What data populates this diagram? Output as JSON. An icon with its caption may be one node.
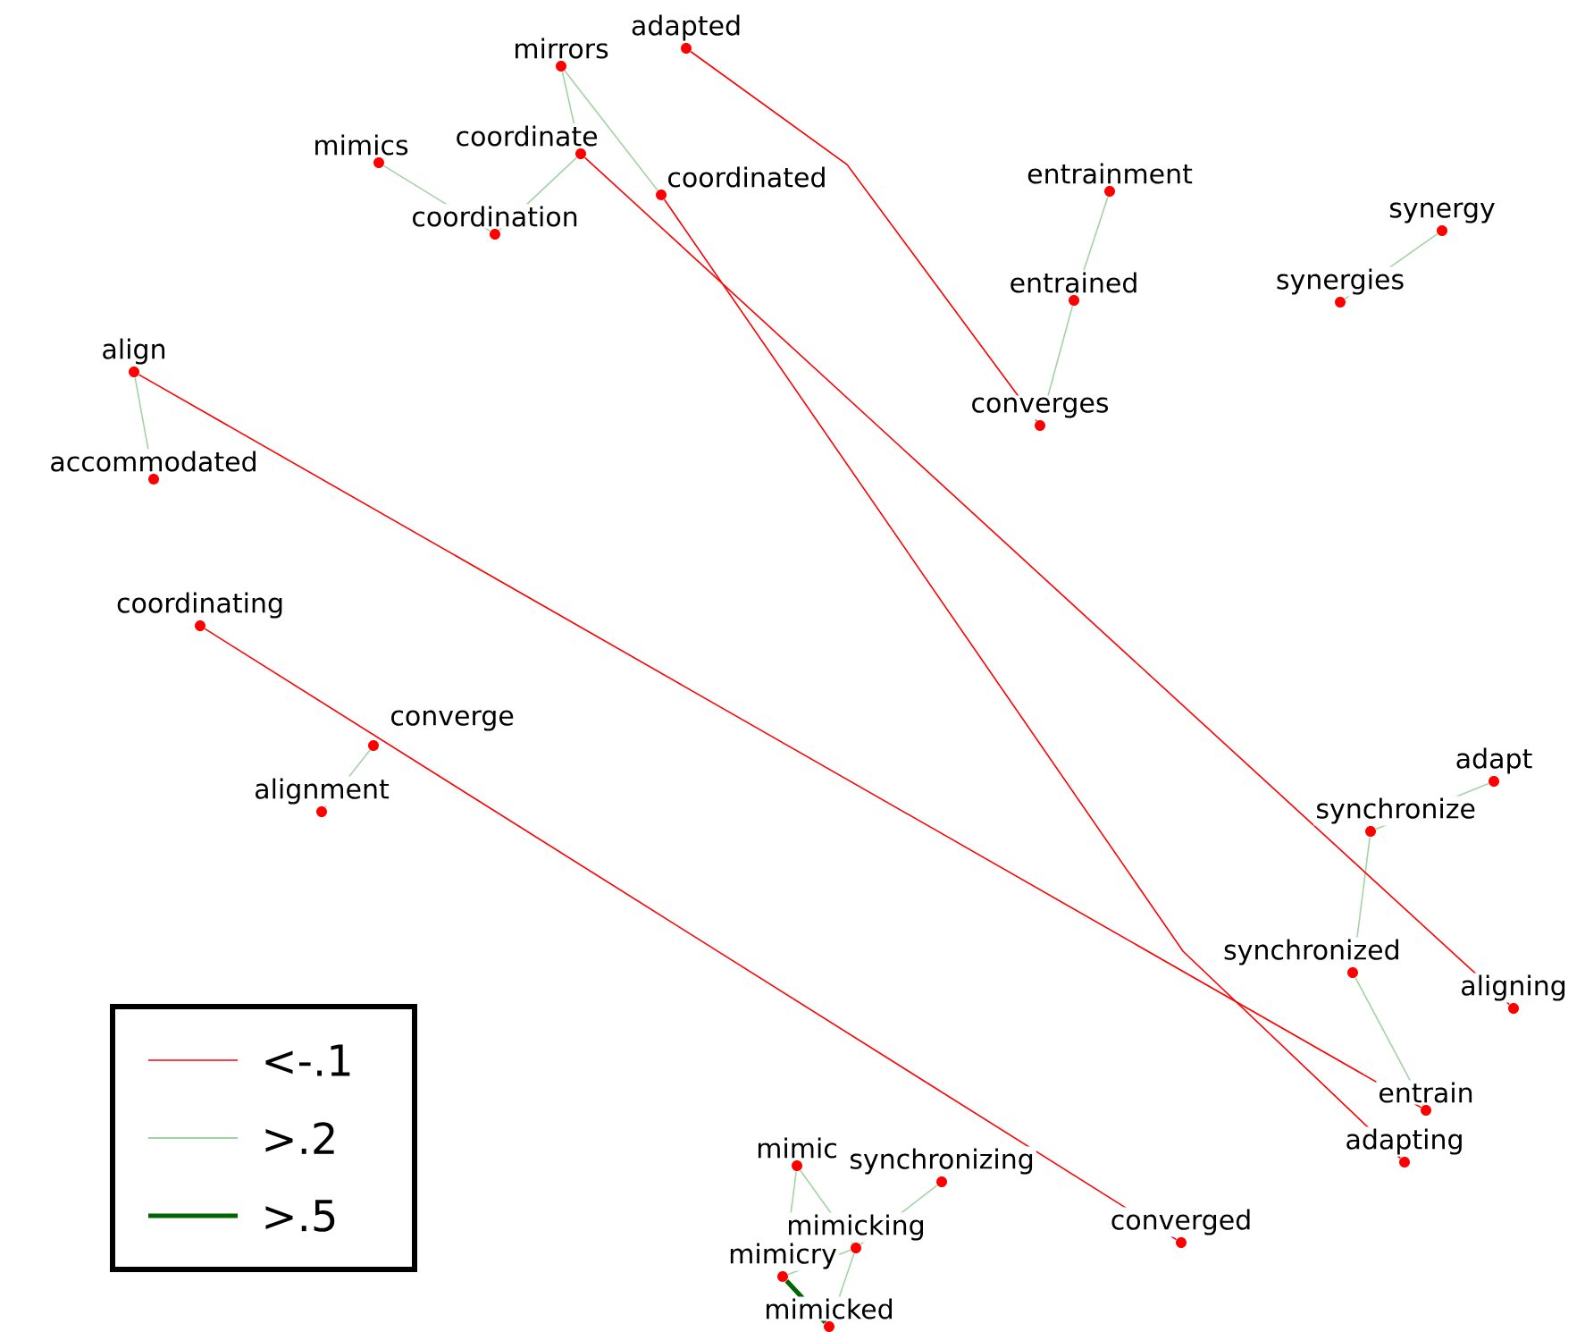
{
  "diagram": {
    "nodes": [
      {
        "text": [
          "mirrors"
        ]
      },
      {
        "text": [
          "adapted"
        ]
      },
      {
        "text": [
          "mimics"
        ]
      },
      {
        "text": [
          "coordinate"
        ]
      },
      {
        "text": [
          "coordinated"
        ]
      },
      {
        "text": [
          "coordination"
        ]
      },
      {
        "text": [
          "entrainment"
        ]
      },
      {
        "text": [
          "entrained"
        ]
      },
      {
        "text": [
          "synergy"
        ]
      },
      {
        "text": [
          "synergies"
        ]
      },
      {
        "text": [
          "align"
        ]
      },
      {
        "text": [
          "converges"
        ]
      },
      {
        "text": [
          "accommodated"
        ]
      },
      {
        "text": [
          "coordinating"
        ]
      },
      {
        "text": [
          "converge"
        ]
      },
      {
        "text": [
          "alignment"
        ]
      },
      {
        "text": [
          "adapt"
        ]
      },
      {
        "text": [
          "synchronize"
        ]
      },
      {
        "text": [
          "synchronized"
        ]
      },
      {
        "text": [
          "aligning"
        ]
      },
      {
        "text": [
          "entrain"
        ]
      },
      {
        "text": [
          "adapting"
        ]
      },
      {
        "text": [
          "mimic"
        ]
      },
      {
        "text": [
          "synchronizing"
        ]
      },
      {
        "text": [
          "mimicking"
        ]
      },
      {
        "text": [
          "converged"
        ]
      },
      {
        "text": [
          "mimicry"
        ]
      },
      {
        "text": [
          "mimicked"
        ]
      }
    ],
    "edges": [
      {
        "from": 2,
        "to": 5,
        "arrow": "none"
      },
      {
        "from": 5,
        "to": 3,
        "arrow": "none"
      },
      {
        "from": 0,
        "to": 3,
        "arrow": "none"
      },
      {
        "from": 0,
        "to": 4,
        "arrow": "none"
      },
      {
        "from": 6,
        "to": 7,
        "arrow": "none"
      },
      {
        "from": 7,
        "to": 11,
        "arrow": "none"
      },
      {
        "from": 8,
        "to": 9,
        "arrow": "none"
      },
      {
        "from": 10,
        "to": 12,
        "arrow": "none"
      },
      {
        "from": 14,
        "to": 15,
        "arrow": "none"
      },
      {
        "from": 16,
        "to": 17,
        "arrow": "none"
      },
      {
        "from": 17,
        "to": 18,
        "arrow": "none"
      },
      {
        "from": 18,
        "to": 20,
        "arrow": "none"
      },
      {
        "from": 22,
        "to": 24,
        "arrow": "none"
      },
      {
        "from": 22,
        "to": 26,
        "arrow": "none"
      },
      {
        "from": 23,
        "to": 24,
        "arrow": "none"
      },
      {
        "from": 24,
        "to": 26,
        "arrow": "none"
      },
      {
        "from": 24,
        "to": 27,
        "arrow": "none"
      },
      {
        "from": 26,
        "to": 27,
        "arrow": "none",
        "color": "#006400",
        "style": "thick"
      },
      {
        "from": 1,
        "to": 11,
        "arrow": "none",
        "color": "#ff0000"
      },
      {
        "from": 4,
        "to": 21,
        "arrow": "none",
        "color": "#ff0000"
      },
      {
        "from": 3,
        "to": 19,
        "arrow": "none",
        "color": "#ff0000"
      },
      {
        "from": 10,
        "to": 20,
        "arrow": "none",
        "color": "#ff0000"
      },
      {
        "from": 13,
        "to": 25,
        "arrow": "none",
        "color": "#ff0000"
      }
    ],
    "legend": [
      {
        "text": "<-.1"
      },
      {
        "text": ">.2"
      },
      {
        "text": ">.5"
      }
    ]
  }
}
